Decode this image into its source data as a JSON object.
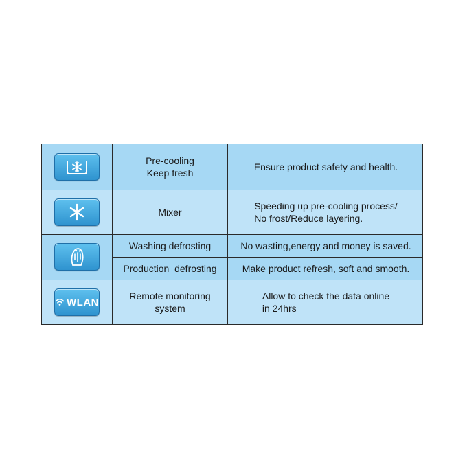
{
  "rows": [
    {
      "icon": "snowflake-tray-icon",
      "feature": [
        "Pre-cooling",
        "Keep fresh"
      ],
      "description": [
        "Ensure product safety and health."
      ]
    },
    {
      "icon": "fan-mixer-icon",
      "feature": [
        "Mixer"
      ],
      "description": [
        "Speeding up pre-cooling process/",
        "No frost/Reduce layering."
      ]
    },
    {
      "icon": "defrost-drops-icon",
      "sub": [
        {
          "feature": "Washing defrosting",
          "description": "No wasting,energy and money is saved."
        },
        {
          "feature": "Production  defrosting",
          "description": "Make product refresh, soft and smooth."
        }
      ]
    },
    {
      "icon": "wifi-wlan-icon",
      "icon_label": "WLAN",
      "feature": [
        "Remote monitoring",
        "system"
      ],
      "description": [
        "Allow to check the data online",
        "in 24hrs"
      ]
    }
  ],
  "colors": {
    "row_dark": "#a6d8f4",
    "row_light": "#bfe3f8",
    "button_top": "#5ec0ee",
    "button_bottom": "#2f93cf",
    "border": "#2a2a2a"
  }
}
